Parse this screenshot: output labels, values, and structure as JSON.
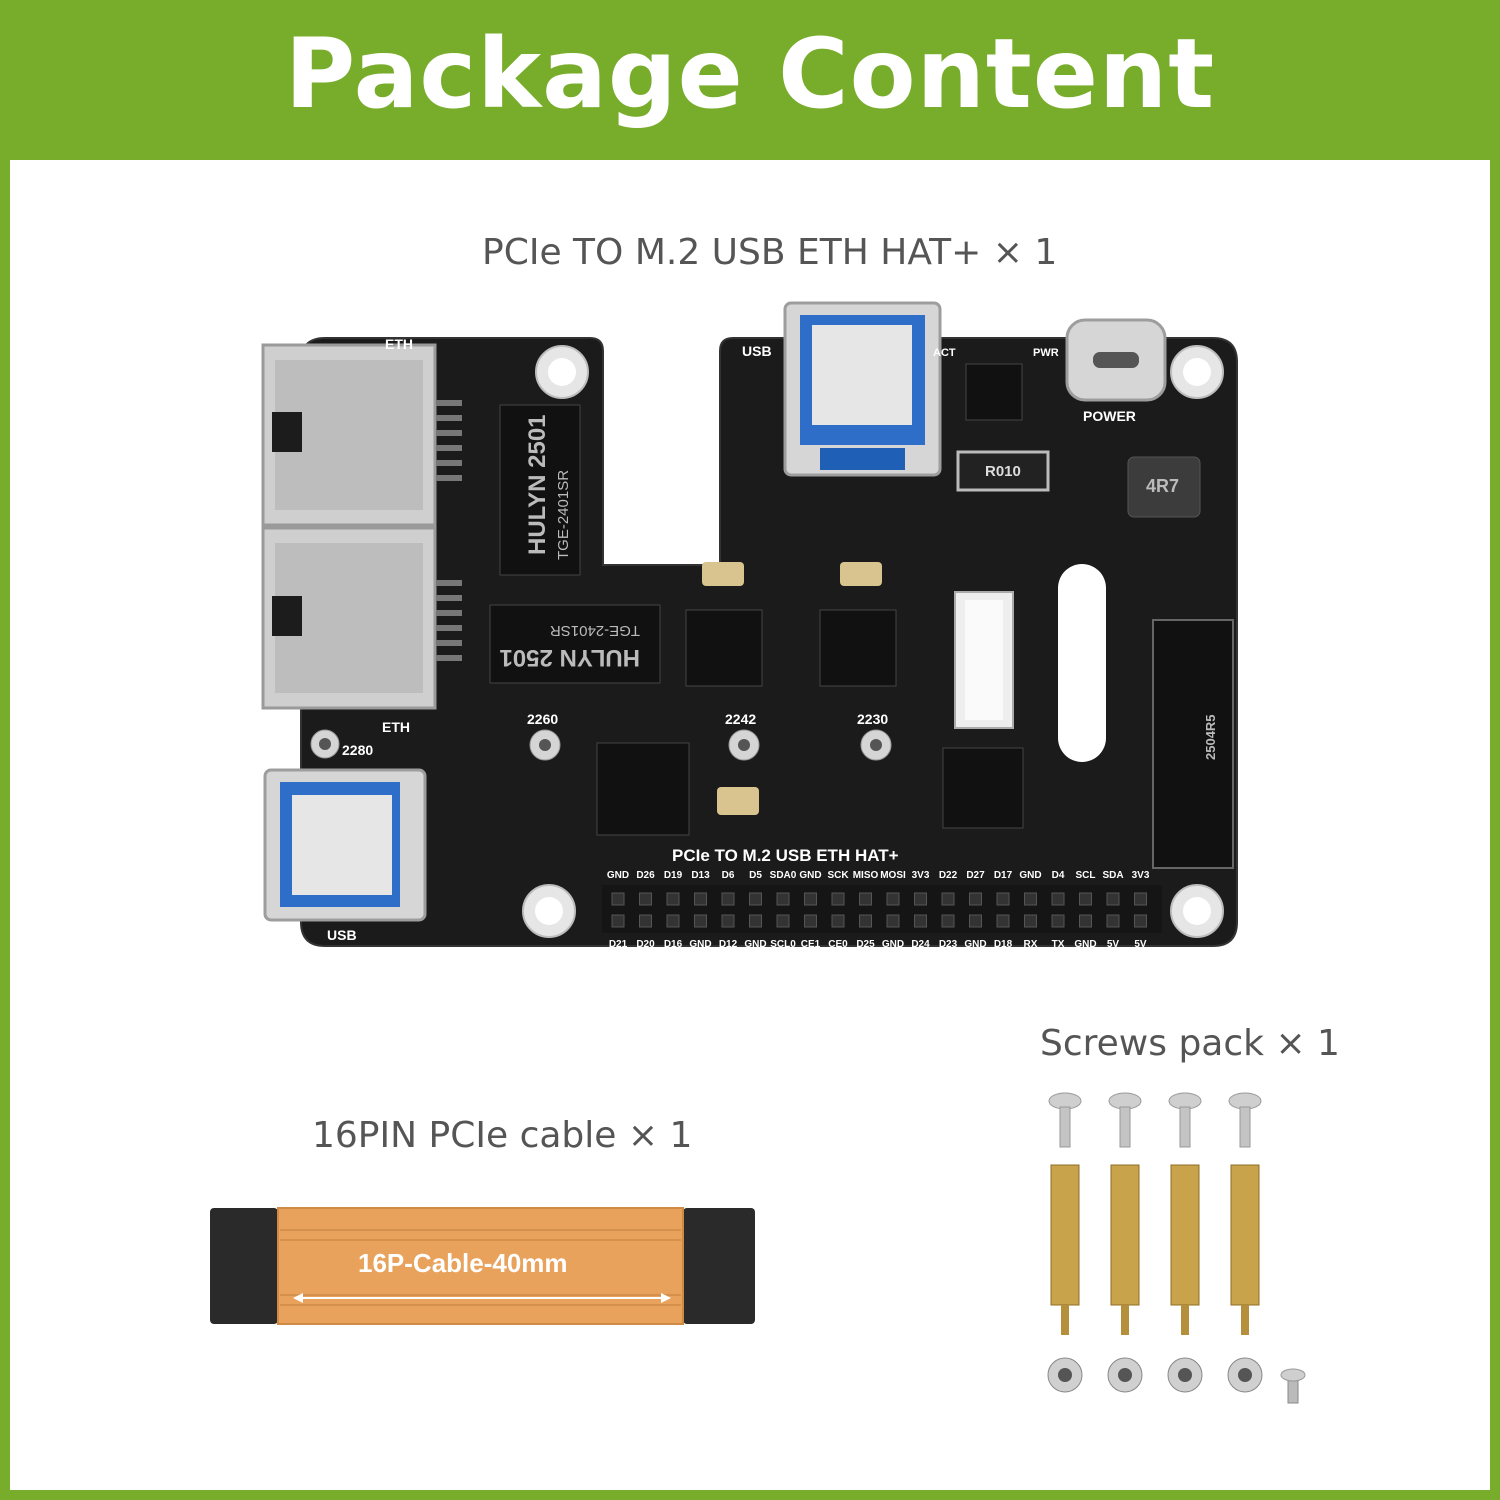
{
  "header": {
    "title": "Package Content"
  },
  "items": [
    {
      "caption": "PCIe TO M.2 USB ETH HAT+ × 1",
      "board": {
        "name_label": "PCIe TO M.2 USB ETH HAT+",
        "eth_label_top": "ETH",
        "eth_label_bottom": "ETH",
        "usb_label_top": "USB",
        "usb_label_bottom": "USB",
        "act_label": "ACT",
        "pwr_label": "PWR",
        "power_label": "POWER",
        "resistor_label": "R010",
        "inductor_label": "4R7",
        "transformer_label": "HULYN 2501",
        "transformer_part": "TGE-2401SR",
        "m2_label": "2504R5",
        "standoff_sizes": [
          "2280",
          "2260",
          "2242",
          "2230"
        ],
        "pins_top": [
          "GND",
          "D26",
          "D19",
          "D13",
          "D6",
          "D5",
          "SDA0",
          "GND",
          "SCK",
          "MISO",
          "MOSI",
          "3V3",
          "D22",
          "D27",
          "D17",
          "GND",
          "D4",
          "SCL",
          "SDA",
          "3V3"
        ],
        "pins_bottom": [
          "D21",
          "D20",
          "D16",
          "GND",
          "D12",
          "GND",
          "SCL0",
          "CE1",
          "CE0",
          "D25",
          "GND",
          "D24",
          "D23",
          "GND",
          "D18",
          "RX",
          "TX",
          "GND",
          "5V",
          "5V"
        ]
      }
    },
    {
      "caption": "16PIN PCIe cable × 1",
      "cable_label": "16P-Cable-40mm"
    },
    {
      "caption": "Screws pack × 1"
    }
  ]
}
